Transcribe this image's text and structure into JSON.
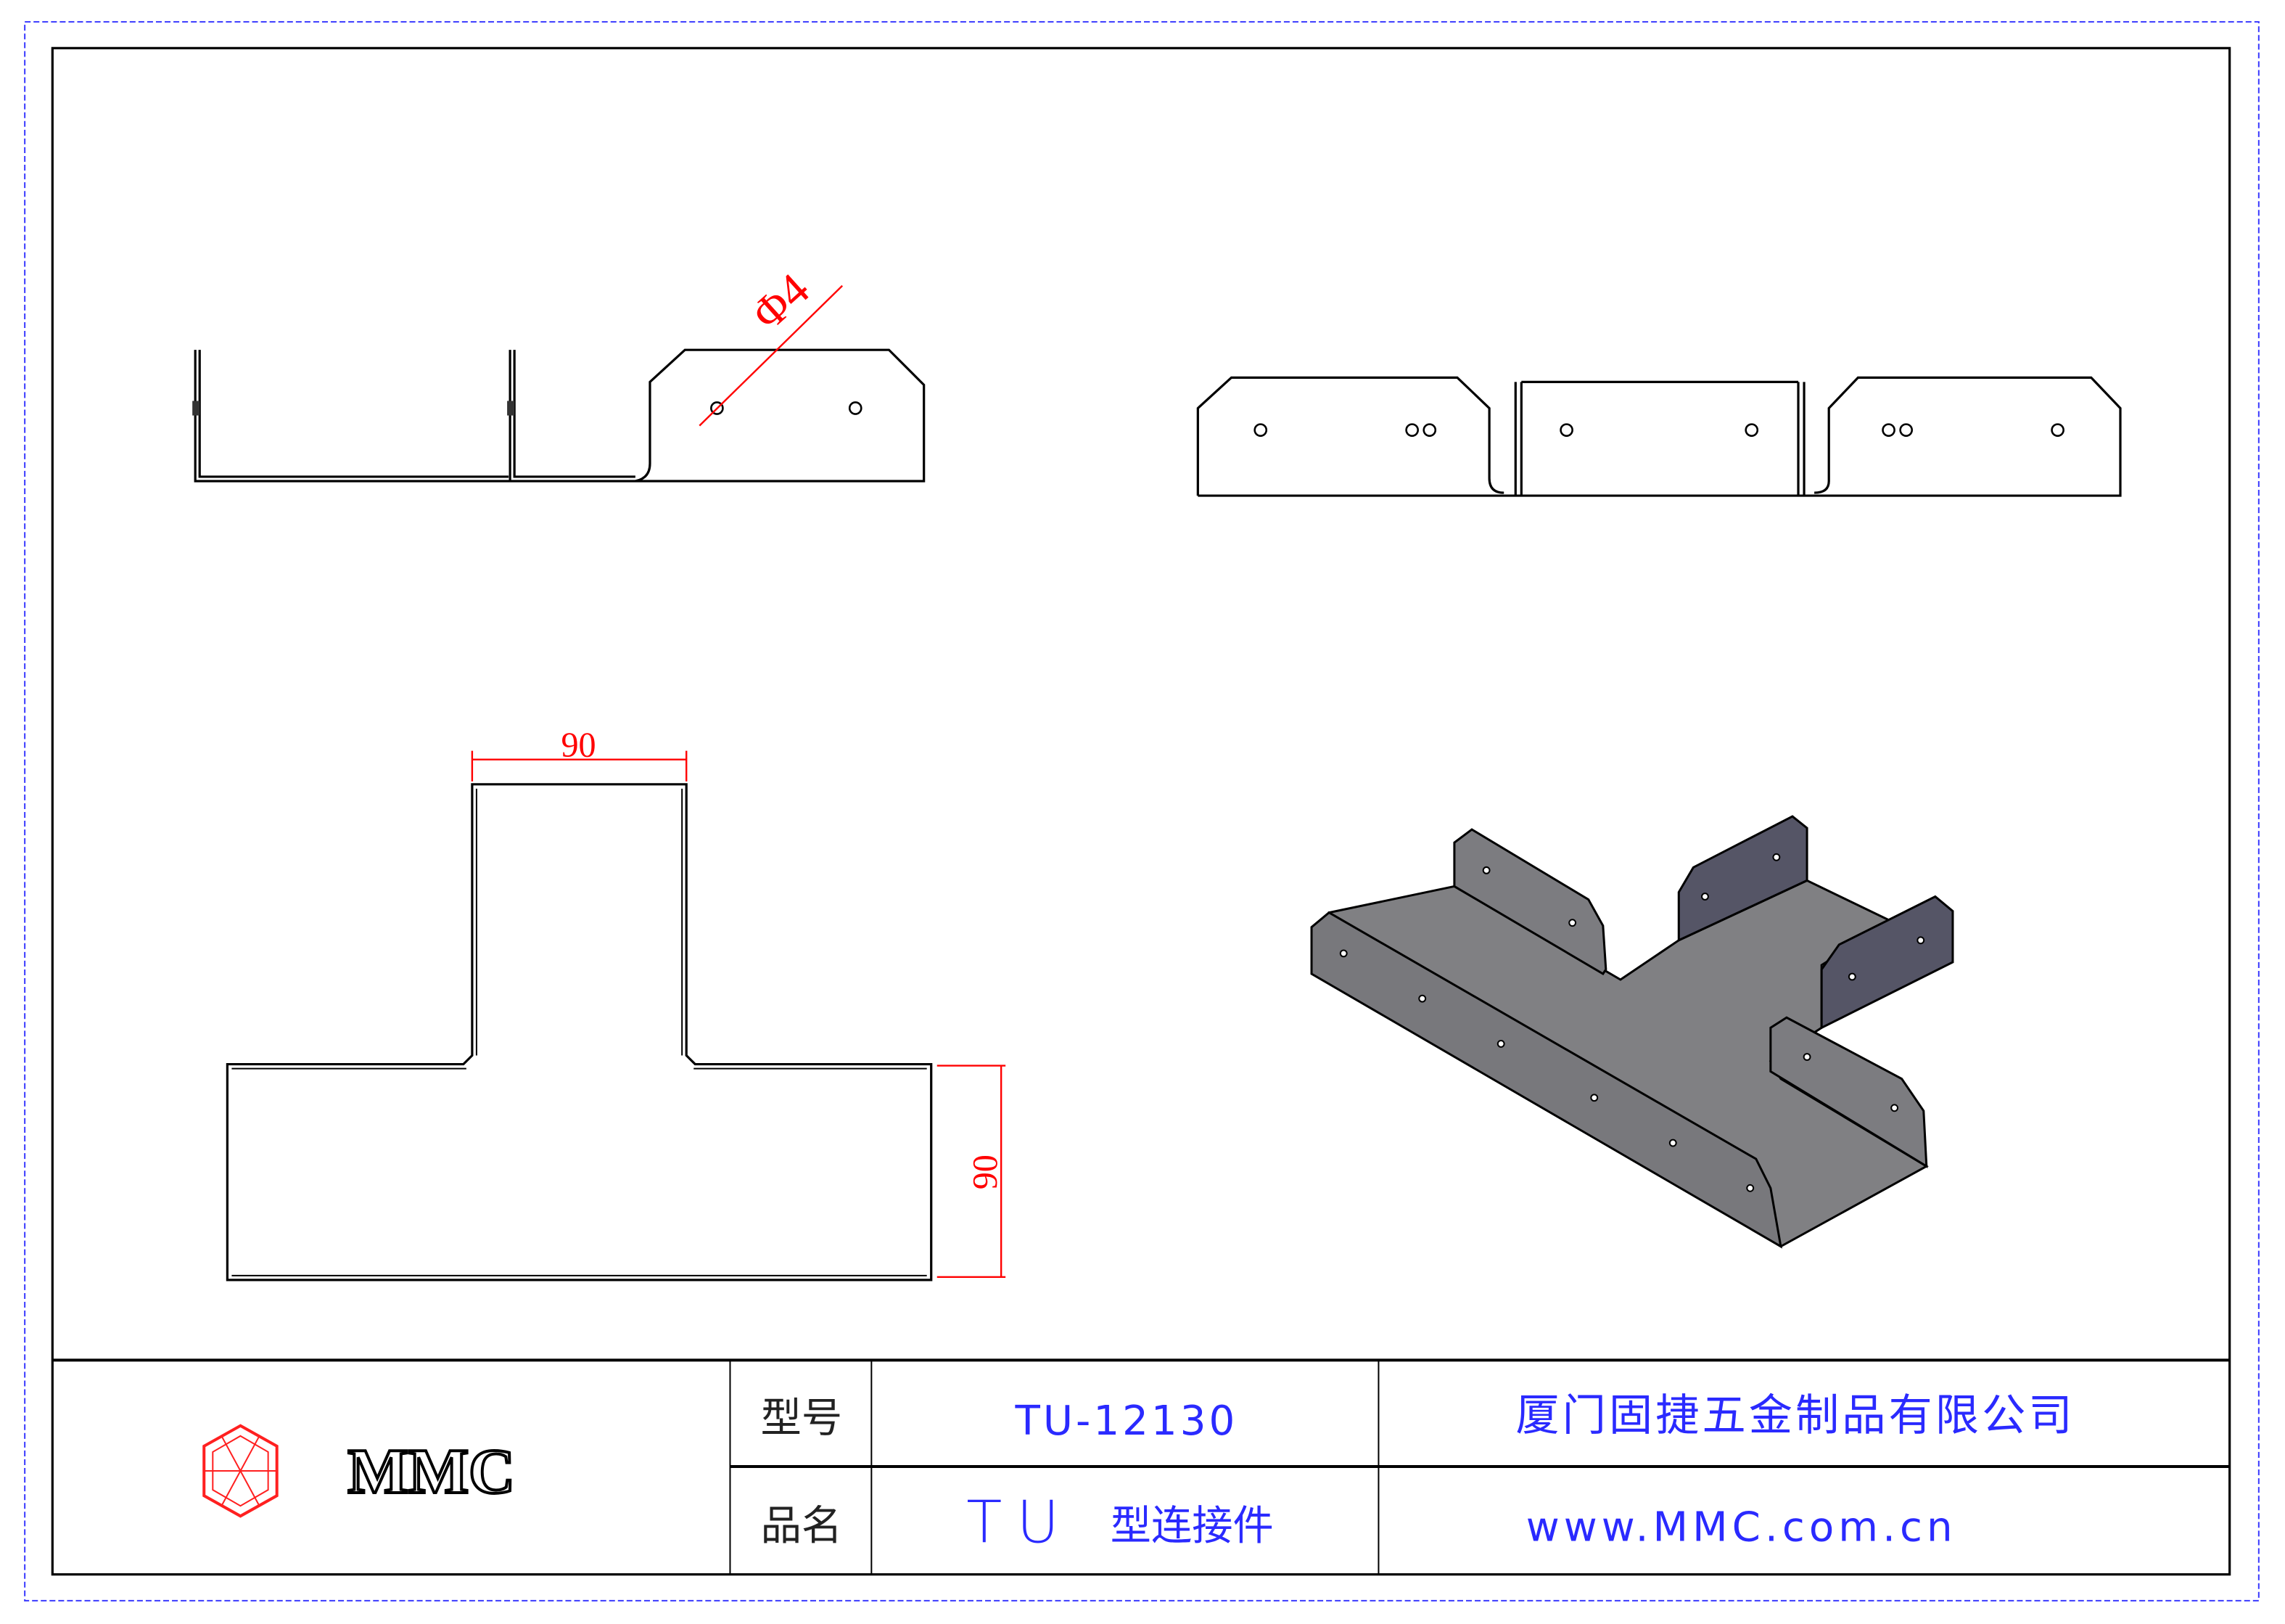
{
  "drawing": {
    "dimensions": {
      "hole_diameter": "Φ4",
      "top_width": "90",
      "right_height": "90"
    },
    "colors": {
      "dimension": "#ff0000",
      "title_text": "#2a2aff",
      "iso_light": "#7f7f82",
      "iso_dark": "#555566"
    }
  },
  "title_block": {
    "logo_text": "MMC",
    "model_label": "型号",
    "model_value": "TU-12130",
    "name_label": "品名",
    "name_value_prefix": "TU",
    "name_value_suffix": "型连接件",
    "company": "厦门固捷五金制品有限公司",
    "website": "www.MMC.com.cn"
  }
}
